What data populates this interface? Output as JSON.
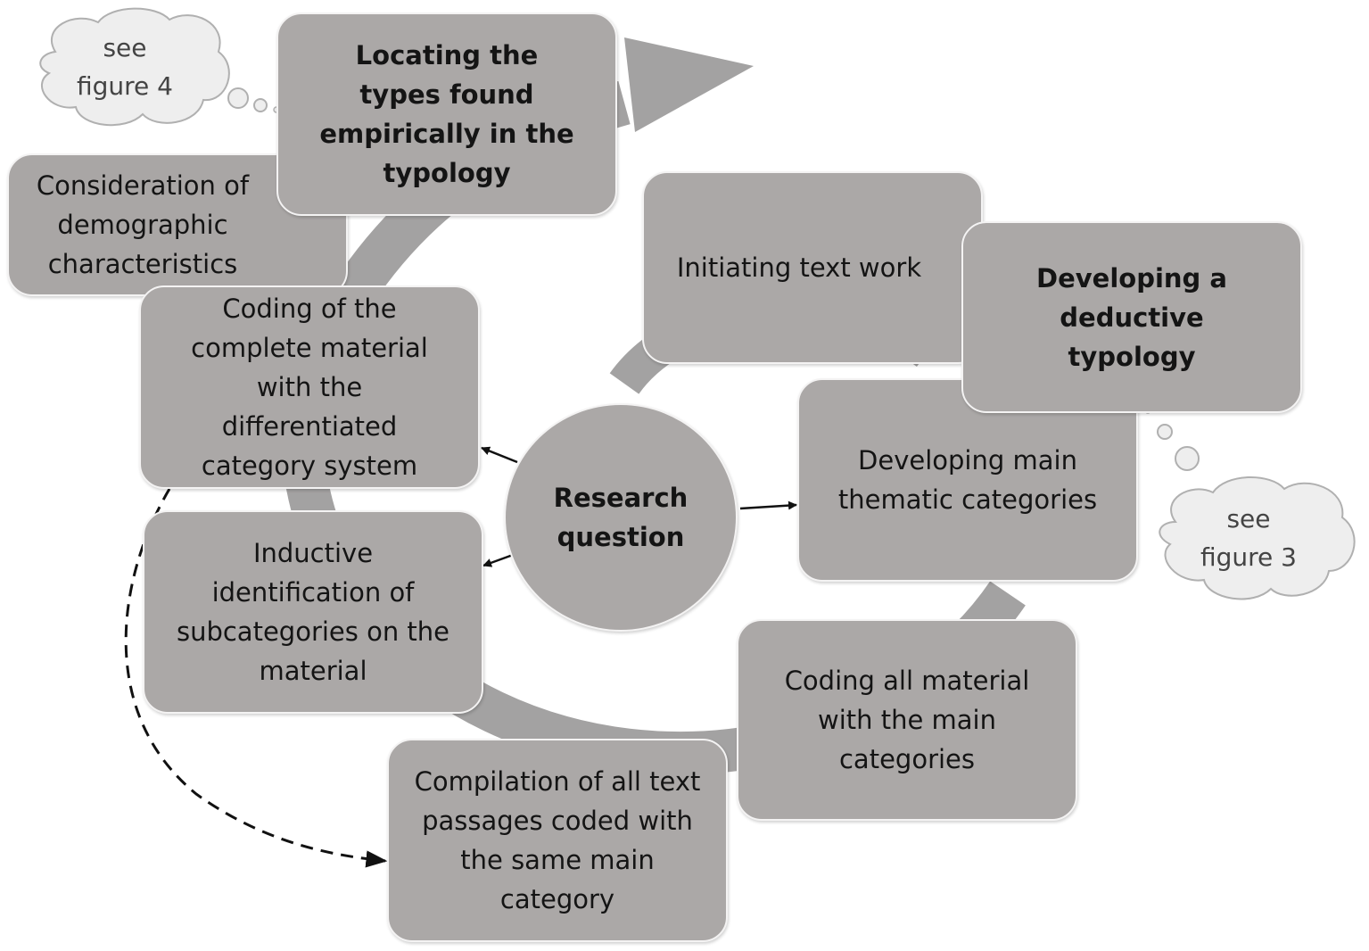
{
  "center": {
    "label": "Research question"
  },
  "steps": {
    "consideration": "Consideration of demographic characteristics",
    "locating": "Locating the types found empirically in the typology",
    "initiating": "Initiating text work",
    "developing_typology": "Developing a deductive typology",
    "developing_main": "Developing main thematic categories",
    "coding_all": "Coding all material with the main categories",
    "compilation": "Compilation of all text passages coded with the same main category",
    "inductive": "Inductive identification of subcategories on the material",
    "coding_complete": "Coding of the complete material with the differentiated category system"
  },
  "clouds": {
    "figure4": [
      "see",
      "figure 4"
    ],
    "figure3": [
      "see",
      "figure 3"
    ]
  },
  "colors": {
    "box_fill": "#aba8a7",
    "cycle_arrow": "#a3a2a2",
    "cloud_fill": "#eeeeee",
    "text": "#141414"
  }
}
